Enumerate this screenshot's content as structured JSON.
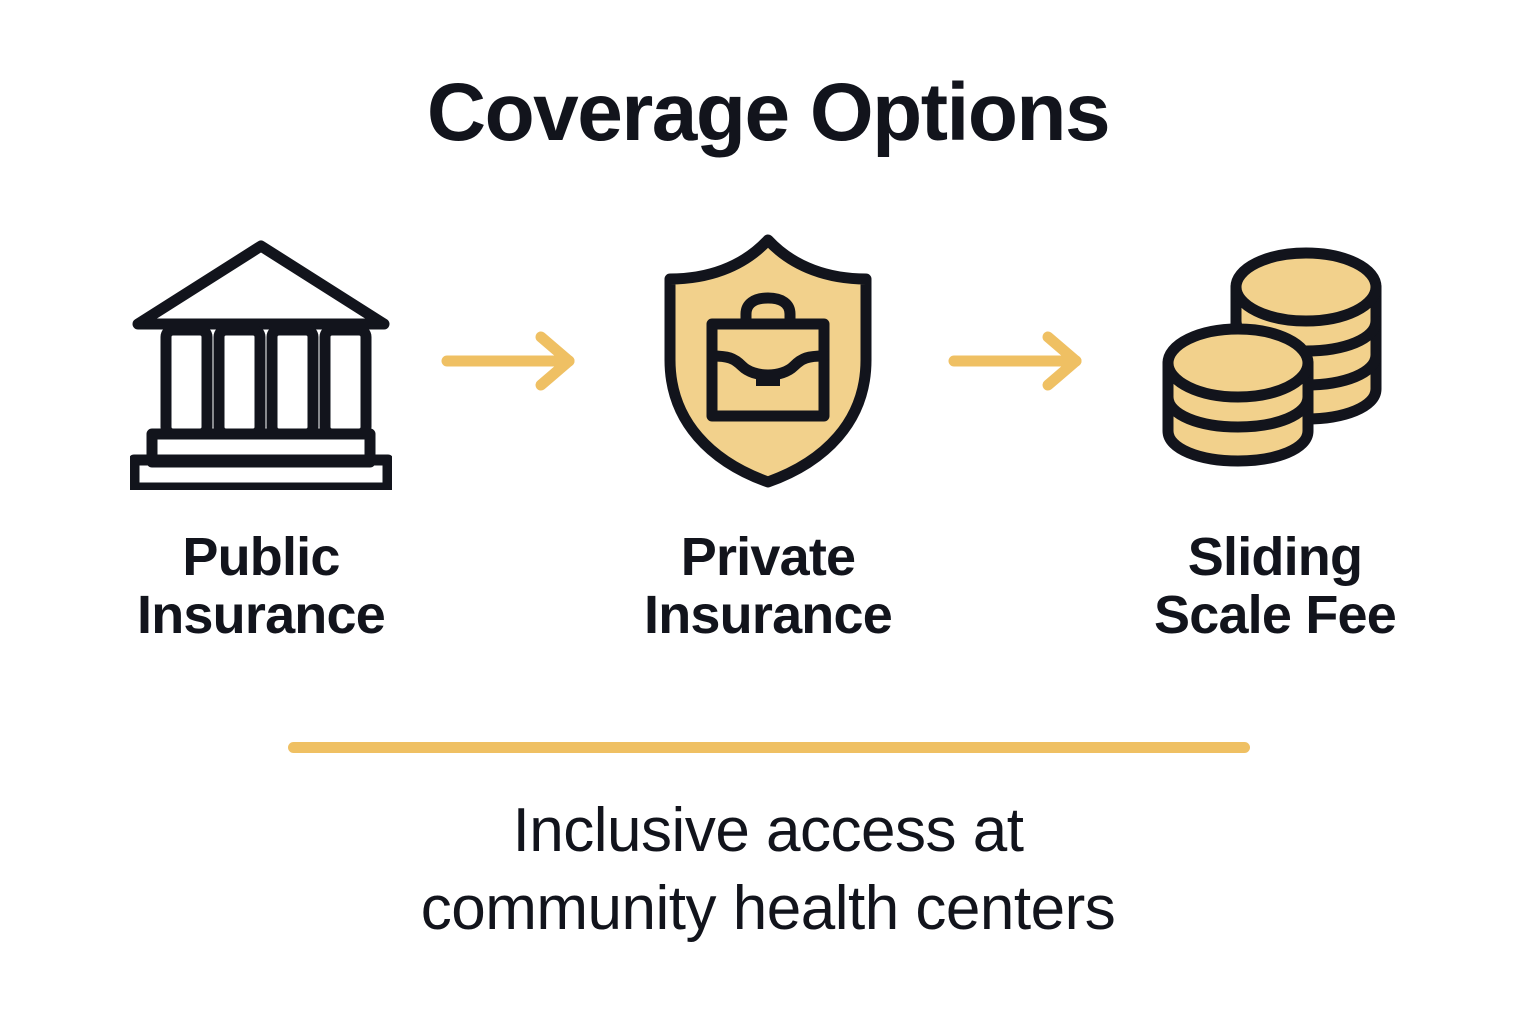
{
  "title": "Coverage Options",
  "colors": {
    "background": "#ffffff",
    "ink": "#12141c",
    "accent_fill": "#f2d18c",
    "accent_line": "#efc063"
  },
  "steps": [
    {
      "label": "Public\nInsurance",
      "icon": "bank-columns-icon",
      "icon_style": "outline"
    },
    {
      "label": "Private\nInsurance",
      "icon": "shield-briefcase-icon",
      "icon_style": "filled"
    },
    {
      "label": "Sliding\nScale Fee",
      "icon": "coin-stacks-icon",
      "icon_style": "filled"
    }
  ],
  "arrows": [
    {
      "name": "arrow-right-icon",
      "direction": "right"
    },
    {
      "name": "arrow-right-icon",
      "direction": "right"
    }
  ],
  "divider": {
    "name": "divider-rule"
  },
  "caption": "Inclusive access at\ncommunity health centers"
}
